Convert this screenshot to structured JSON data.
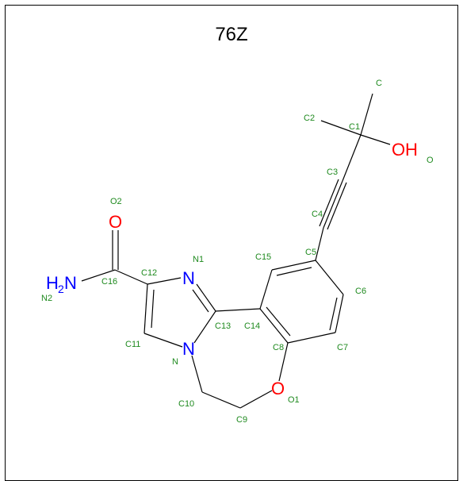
{
  "title": "76Z",
  "atoms": {
    "n1": "N",
    "n_ring": "N",
    "o_carbonyl": "O",
    "o_ether": "O",
    "oh_o": "O",
    "oh_h": "H",
    "nh2_h": "H",
    "nh2_sub": "2",
    "nh2_n": "N"
  },
  "labels": {
    "C": "C",
    "C1": "C1",
    "C2": "C2",
    "C3": "C3",
    "C4": "C4",
    "C5": "C5",
    "C6": "C6",
    "C7": "C7",
    "C8": "C8",
    "C9": "C9",
    "C10": "C10",
    "C11": "C11",
    "C12": "C12",
    "C13": "C13",
    "C14": "C14",
    "C15": "C15",
    "C16": "C16",
    "N1": "N1",
    "N": "N",
    "N2": "N2",
    "O1": "O1",
    "O2": "O2",
    "O": "O"
  },
  "colors": {
    "carbon_label": "#1f8a1f",
    "nitrogen": "#0000ff",
    "oxygen": "#ff0000",
    "bond": "#000000"
  }
}
